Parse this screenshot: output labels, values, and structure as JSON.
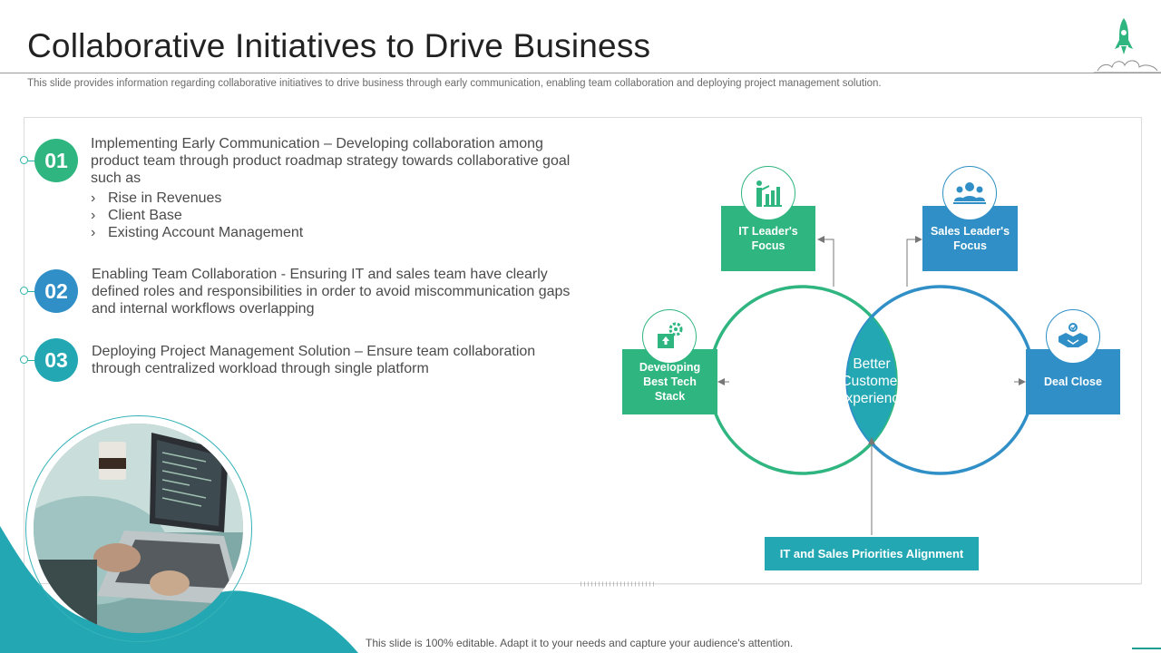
{
  "header": {
    "title": "Collaborative Initiatives to Drive Business",
    "subtitle": "This slide provides information regarding collaborative initiatives to drive business through early communication, enabling team collaboration and deploying project management solution."
  },
  "initiatives": [
    {
      "number": "01",
      "text": "Implementing Early Communication – Developing collaboration among product team through product roadmap strategy towards collaborative goal such as",
      "bullets": [
        "Rise in Revenues",
        "Client Base",
        "Existing Account Management"
      ]
    },
    {
      "number": "02",
      "text": "Enabling Team Collaboration - Ensuring IT and sales team have clearly defined roles and responsibilities in order to avoid miscommunication gaps and internal workflows overlapping"
    },
    {
      "number": "03",
      "text": "Deploying Project Management Solution – Ensure team collaboration through centralized workload through single platform"
    }
  ],
  "diagram": {
    "center": "Better Customer Experience",
    "boxes": {
      "it_leader": "IT Leader's Focus",
      "sales_leader": "Sales Leader's Focus",
      "tech_stack": "Developing Best Tech Stack",
      "deal_close": "Deal Close",
      "alignment": "IT and Sales Priorities Alignment"
    },
    "icons": {
      "it_leader": "presenter-chart-icon",
      "sales_leader": "team-group-icon",
      "tech_stack": "gear-upload-icon",
      "deal_close": "handshake-icon"
    }
  },
  "footer": "This slide is 100% editable. Adapt it to your needs and capture your audience's attention.",
  "colors": {
    "green": "#2fb57f",
    "blue": "#2f8fc6",
    "teal": "#23a8b3",
    "num1": "#2fb57f",
    "num2": "#2f8fc6",
    "num3": "#23a8b3"
  }
}
